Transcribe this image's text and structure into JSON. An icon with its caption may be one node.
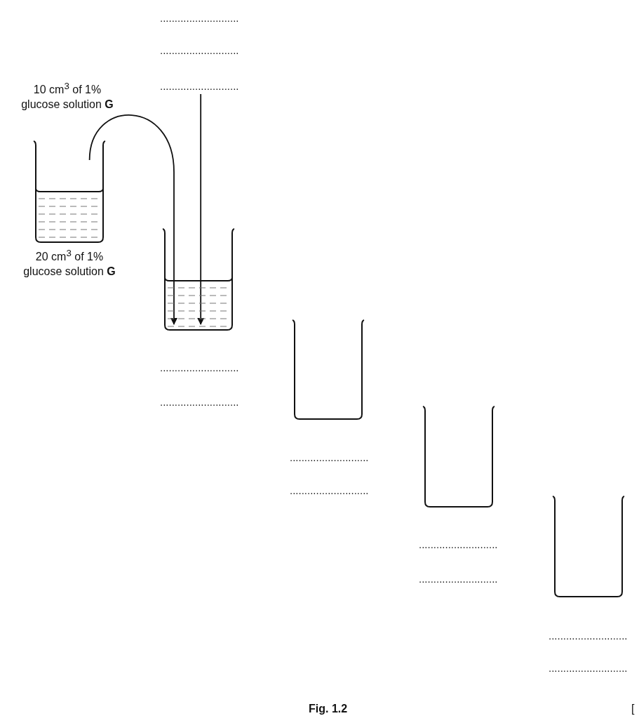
{
  "diagram": {
    "caption": "Fig. 1.2",
    "nodes": [
      {
        "text": [],
        "shape": "beaker",
        "beside": [
          "20 cm$^{3}$ of 1% glucose solution **G**"
        ]
      },
      {
        "text": [],
        "shape": "beaker",
        "beside": [
          "...........................",
          "..........................."
        ]
      },
      {
        "text": [],
        "shape": "beaker",
        "beside": [
          "...........................",
          "..........................."
        ]
      },
      {
        "text": [],
        "shape": "beaker",
        "beside": [
          "...........................",
          "..........................."
        ]
      },
      {
        "text": [],
        "shape": "beaker",
        "beside": [
          "...........................",
          "..........................."
        ]
      },
      {
        "text": [
          "..........................."
        ]
      }
    ],
    "edges": [
      {
        "from": 0,
        "to": 1,
        "arrow": "to",
        "label": "10 cm$^{3}$ of 1% glucose solution **G**"
      },
      {
        "from": 5,
        "to": 1,
        "arrow": "to"
      }
    ],
    "labels": [
      "...........................",
      "...........................",
      "["
    ]
  }
}
